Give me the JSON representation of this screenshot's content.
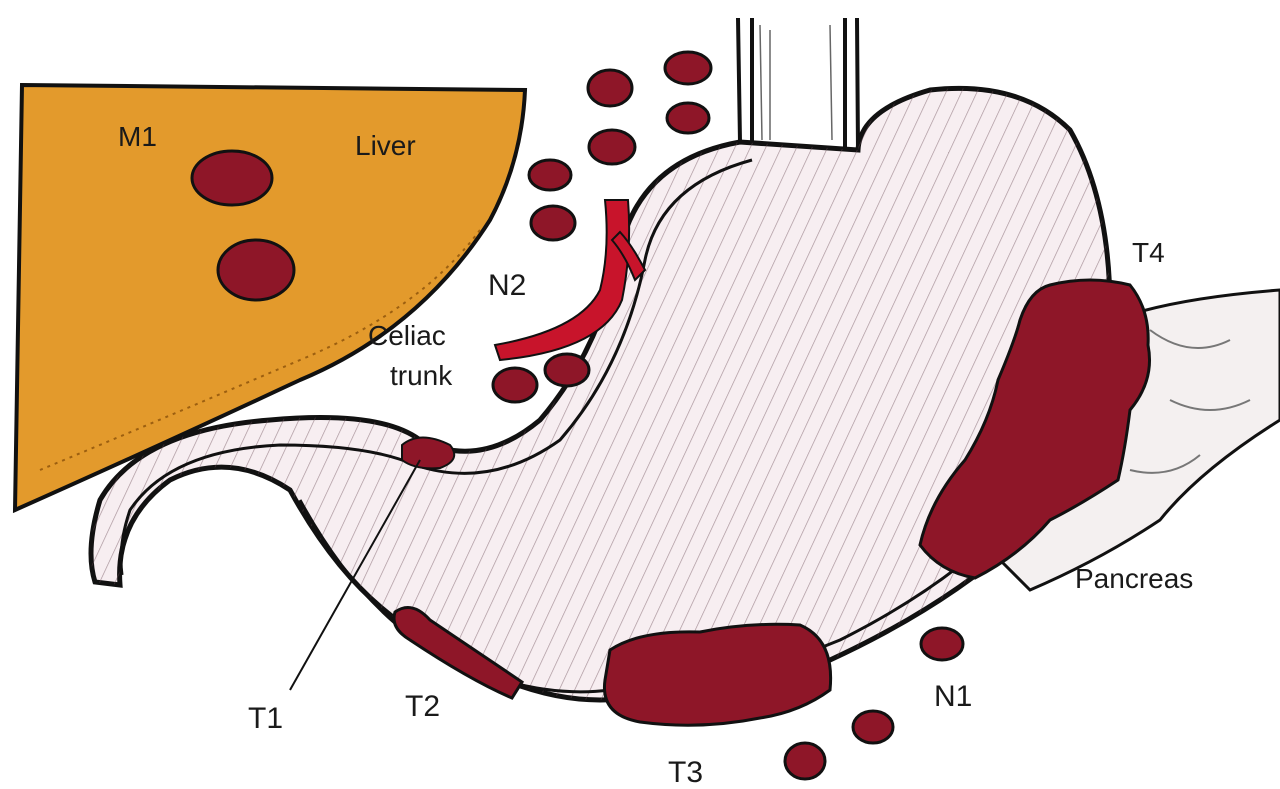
{
  "labels": {
    "m1": "M1",
    "liver": "Liver",
    "n2": "N2",
    "celiac_1": "Celiac",
    "celiac_2": "trunk",
    "t4": "T4",
    "pancreas": "Pancreas",
    "t1": "T1",
    "t2": "T2",
    "t3": "T3",
    "n1": "N1"
  },
  "colors": {
    "liver": "#E39A2C",
    "tumor": "#8E1628",
    "artery": "#C8142B",
    "outline": "#111111"
  }
}
